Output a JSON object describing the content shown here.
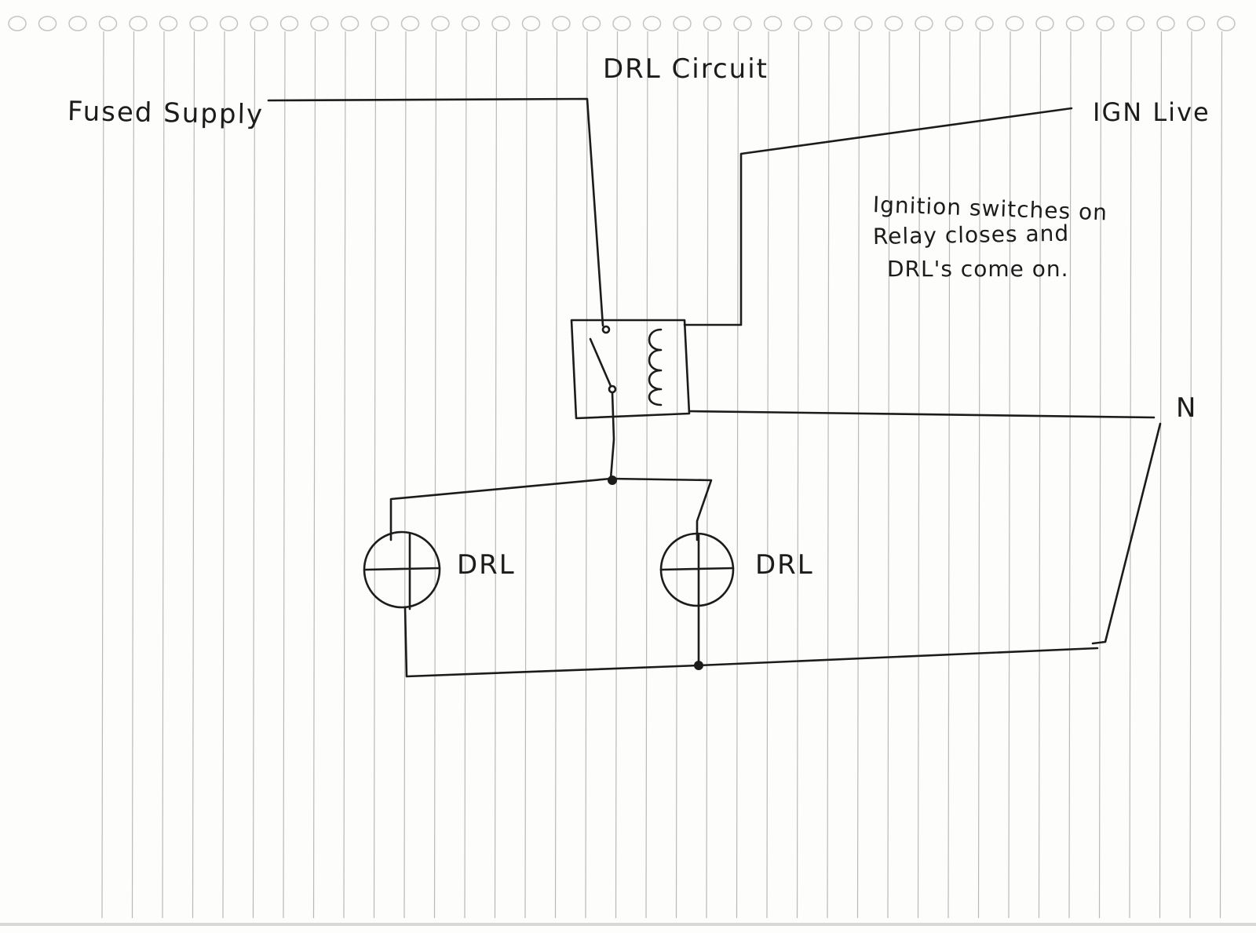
{
  "diagram": {
    "title": "DRL Circuit",
    "labels": {
      "fused_supply": "Fused Supply",
      "ign_live": "IGN Live",
      "neutral": "N",
      "lamp_left": "DRL",
      "lamp_right": "DRL"
    },
    "note": {
      "line1": "Ignition switches on",
      "line2": "Relay closes and",
      "line3": "DRL's come on."
    },
    "components": [
      "relay-switch",
      "relay-coil",
      "lamp-left",
      "lamp-right"
    ]
  },
  "colors": {
    "ink": "#1c1c1c",
    "paper": "#fdfdfc",
    "rule_lines": "#b9b9b9"
  }
}
